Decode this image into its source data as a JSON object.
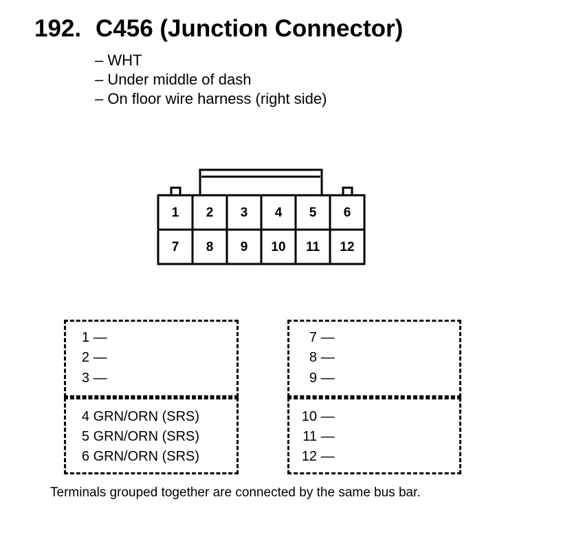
{
  "header": {
    "number": "192.",
    "title": "C456 (Junction Connector)"
  },
  "notes": [
    "– WHT",
    "– Under middle of dash",
    "– On floor wire harness (right side)"
  ],
  "connector": {
    "rows": [
      [
        "1",
        "2",
        "3",
        "4",
        "5",
        "6"
      ],
      [
        "7",
        "8",
        "9",
        "10",
        "11",
        "12"
      ]
    ]
  },
  "groups": {
    "top_left": [
      {
        "terminal": "1",
        "desc": "—"
      },
      {
        "terminal": "2",
        "desc": "—"
      },
      {
        "terminal": "3",
        "desc": "—"
      }
    ],
    "top_right": [
      {
        "terminal": "7",
        "desc": "—"
      },
      {
        "terminal": "8",
        "desc": "—"
      },
      {
        "terminal": "9",
        "desc": "—"
      }
    ],
    "bottom_left": [
      {
        "terminal": "4",
        "desc": "GRN/ORN (SRS)"
      },
      {
        "terminal": "5",
        "desc": "GRN/ORN (SRS)"
      },
      {
        "terminal": "6",
        "desc": "GRN/ORN (SRS)"
      }
    ],
    "bottom_right": [
      {
        "terminal": "10",
        "desc": "—"
      },
      {
        "terminal": "11",
        "desc": "—"
      },
      {
        "terminal": "12",
        "desc": "—"
      }
    ]
  },
  "footnote": "Terminals grouped together are connected by the same bus bar."
}
